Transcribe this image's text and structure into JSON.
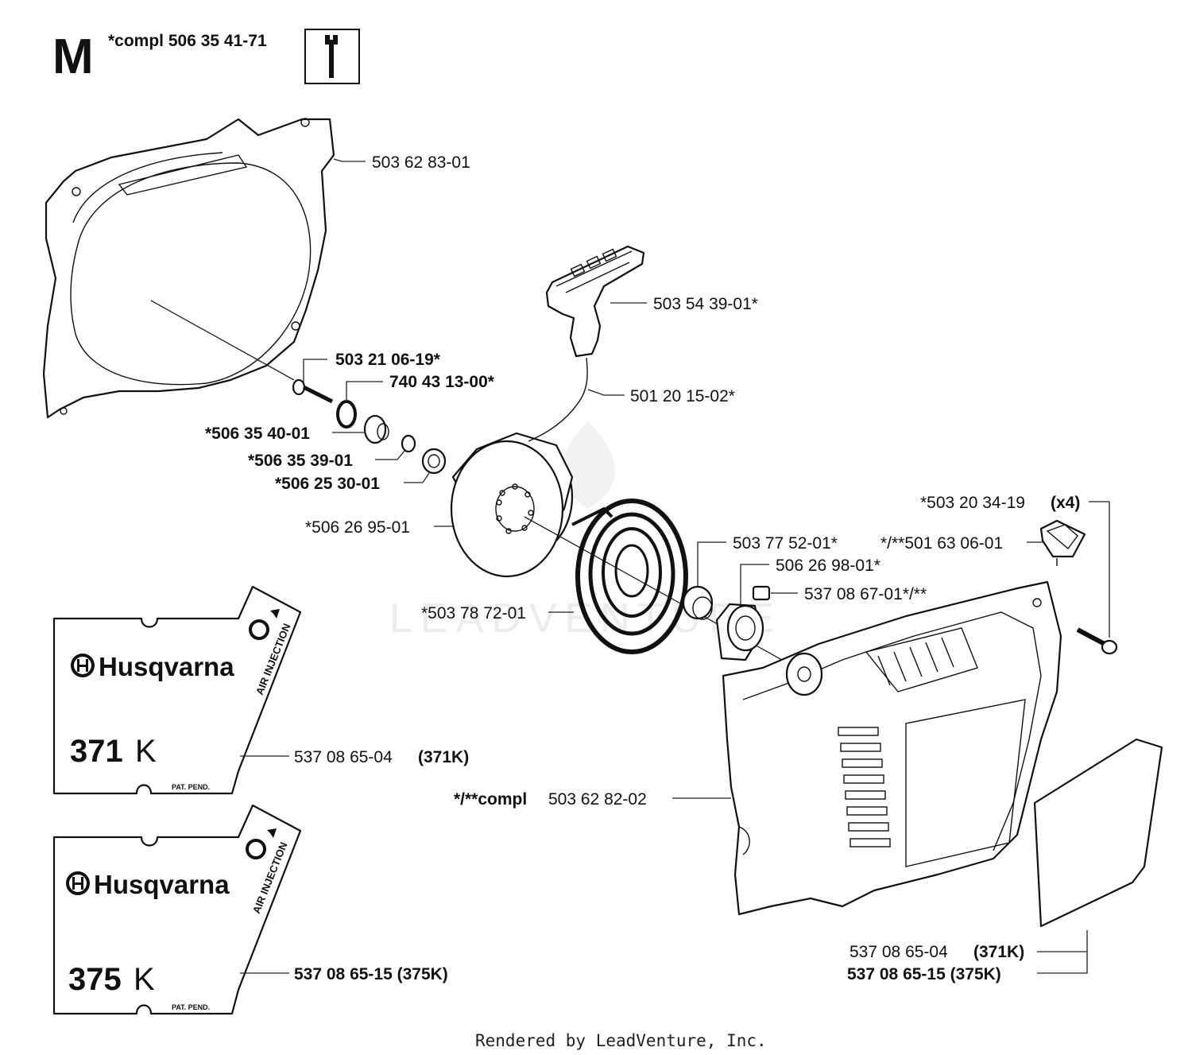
{
  "header": {
    "section_letter": "M",
    "assembly_label": "*compl 506 35 41-71",
    "tool_icon": "wrench-icon"
  },
  "decals": [
    {
      "brand": "Husqvarna",
      "stripe": "AIR INJECTION",
      "model": "371",
      "model_suffix": "K",
      "note": "PAT. PEND."
    },
    {
      "brand": "Husqvarna",
      "stripe": "AIR INJECTION",
      "model": "375",
      "model_suffix": "K",
      "note": "PAT. PEND."
    }
  ],
  "callouts": {
    "fan_cover": {
      "code": "503 62 83-01"
    },
    "handle": {
      "code": "503 54 39-01*"
    },
    "rope": {
      "code": "501 20 15-02*"
    },
    "screw_a": {
      "code": "503 21 06-19*"
    },
    "ring": {
      "code": "740 43 13-00*"
    },
    "nut": {
      "code": "*506 35 40-01"
    },
    "washer_small": {
      "code": "*506 35 39-01"
    },
    "sleeve": {
      "code": "*506 25 30-01"
    },
    "pulley": {
      "code": "*506 26 95-01"
    },
    "spring": {
      "code": "*503 78 72-01"
    },
    "bushing": {
      "code": "503 77 52-01*"
    },
    "bearing": {
      "code": "506 26 98-01*"
    },
    "pin": {
      "code": "537 08 67-01*/**"
    },
    "screws": {
      "code": "*503 20 34-19",
      "qty": "(x4)"
    },
    "washer_stud": {
      "code": "*/**501 63 06-01"
    },
    "starter_cover": {
      "prefix": "*/**compl",
      "code": "503 62 82-02"
    },
    "decal_371": {
      "code": "537 08 65-04",
      "model": "(371K)"
    },
    "decal_375": {
      "code": "537 08 65-15 (375K)"
    },
    "cover_decal_371": {
      "code": "537 08 65-04",
      "model": "(371K)"
    },
    "cover_decal_375": {
      "code": "537 08 65-15 (375K)"
    }
  },
  "watermark": "LEADVENTURE",
  "footer": "Rendered by LeadVenture, Inc."
}
